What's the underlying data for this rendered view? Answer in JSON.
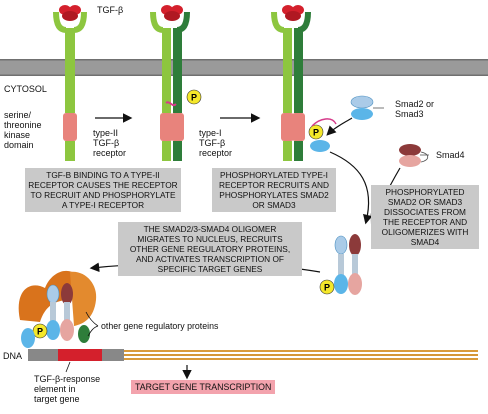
{
  "labels": {
    "ligand": "TGF-β",
    "cytosol": "CYTOSOL",
    "kinase_domain": [
      "serine/",
      "threonine",
      "kinase",
      "domain"
    ],
    "type2_receptor": [
      "type-II",
      "TGF-β",
      "receptor"
    ],
    "type1_receptor": [
      "type-I",
      "TGF-β",
      "receptor"
    ],
    "smad23": [
      "Smad2 or",
      "Smad3"
    ],
    "smad4": "Smad4",
    "phospho": "P",
    "other_proteins": "other gene regulatory proteins",
    "dna": "DNA",
    "response_element": [
      "TGF-β-response",
      "element in",
      "target gene"
    ]
  },
  "boxes": {
    "step1": [
      "TGF-β BINDING TO A TYPE-II",
      "RECEPTOR CAUSES THE RECEPTOR",
      "TO RECRUIT AND PHOSPHORYLATE",
      "A TYPE-I RECEPTOR"
    ],
    "step2": [
      "PHOSPHORYLATED TYPE-I",
      "RECEPTOR RECRUITS AND",
      "PHOSPHORYLATES Smad2",
      "OR Smad3"
    ],
    "step3": [
      "PHOSPHORYLATED",
      "Smad2 OR Smad3",
      "DISSOCIATES FROM",
      "THE RECEPTOR AND",
      "OLIGOMERIZES WITH",
      "Smad4"
    ],
    "step4": [
      "THE Smad2/3-Smad4 OLIGOMER",
      "MIGRATES TO NUCLEUS, RECRUITS",
      "OTHER GENE REGULATORY PROTEINS,",
      "AND ACTIVATES TRANSCRIPTION OF",
      "SPECIFIC TARGET GENES"
    ],
    "target": "TARGET GENE TRANSCRIPTION"
  },
  "colors": {
    "type2": "#8dc63f",
    "type1": "#2e7d3a",
    "kinase": "#e8837c",
    "tgfb": "#d4202c",
    "membrane": "#9a9a9a",
    "smad_blue": "#5bb5e8",
    "smad_light": "#aacbe8",
    "smad4_dark": "#8c3a3a",
    "smad4_pink": "#e6a5a0",
    "phospho": "#f5e82a",
    "cofactor": "#d9731c",
    "dna_gold": "#d99a3a",
    "dna_red": "#d4202c",
    "dna_grey": "#888888",
    "box_grey": "#c9c9c9",
    "box_pink": "#f3a3ad"
  }
}
